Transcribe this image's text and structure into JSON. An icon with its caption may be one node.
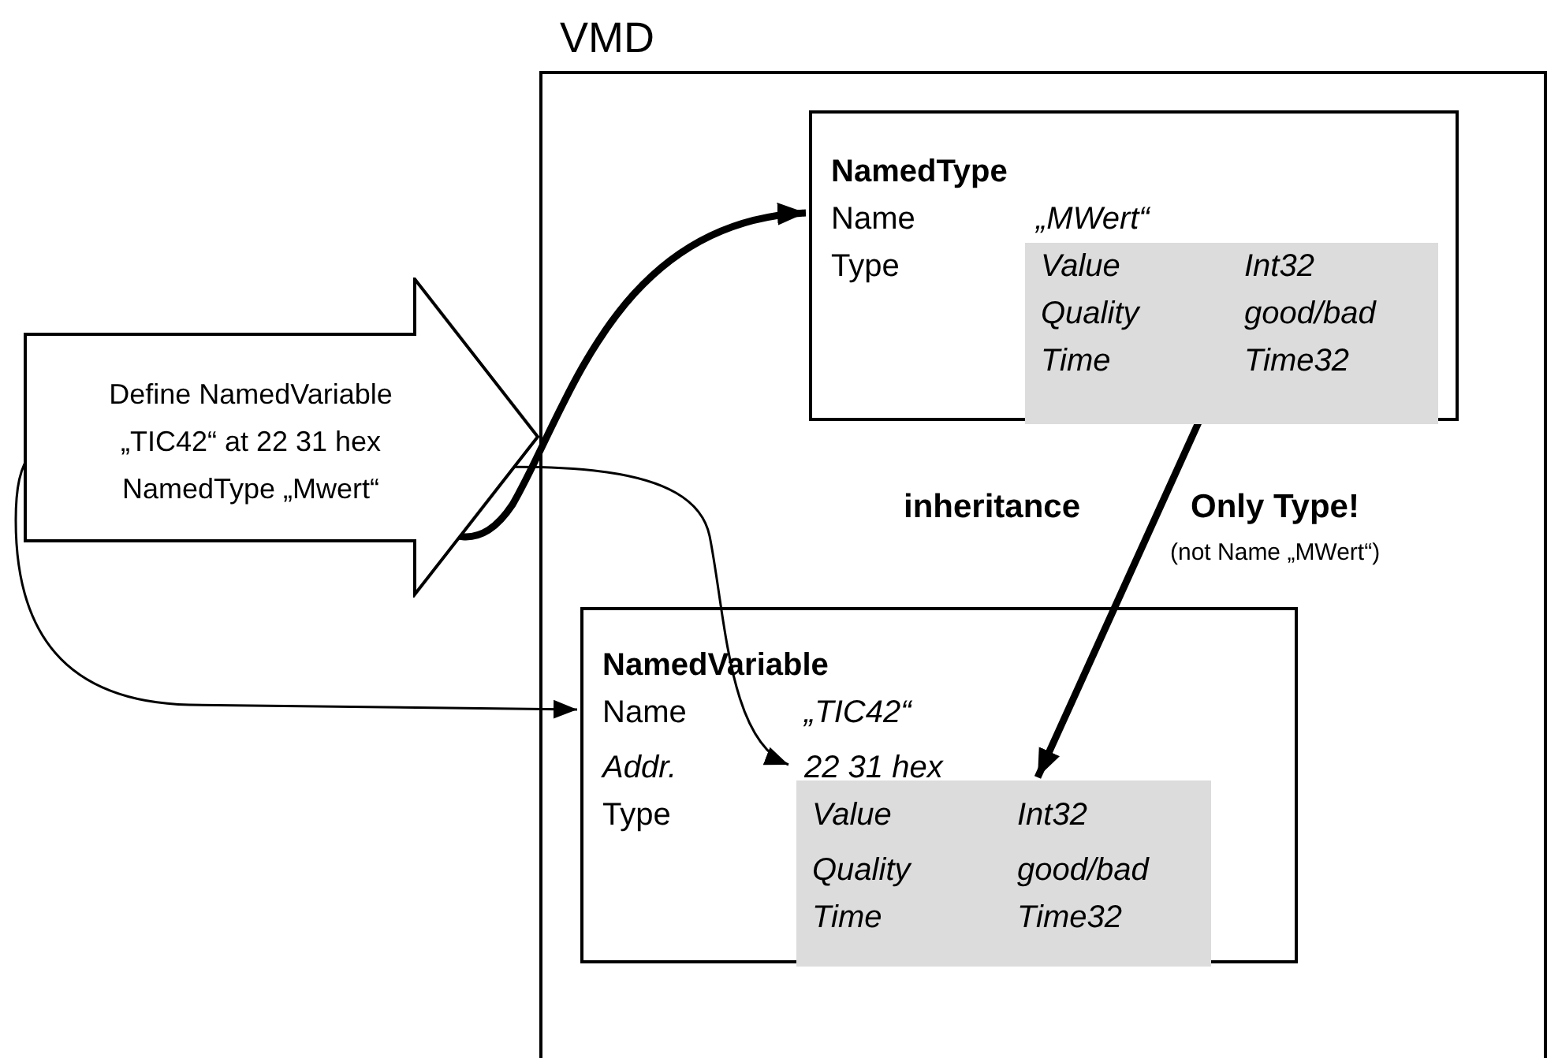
{
  "diagram": {
    "nodes": [
      {
        "text": [
          "VMD"
        ]
      },
      {
        "text": [
          "NamedType",
          "Name",
          "„MWert“",
          "Type"
        ],
        "in": 0
      },
      {
        "text": [
          "Value",
          "Int32",
          "Quality",
          "good/bad",
          "Time",
          "Time32"
        ],
        "in": 1
      },
      {
        "text": [
          "Define NamedVariable „TIC42“ at 22 31 hex NamedType „Mwert“"
        ]
      },
      {
        "text": [
          "NamedVariable",
          "Name",
          "„TIC42“",
          "Addr.",
          "Type"
        ],
        "in": 0
      },
      {
        "text": [
          "22 31 hex"
        ],
        "in": 4
      },
      {
        "text": [
          "Value",
          "Int32",
          "Quality",
          "good/bad",
          "Time",
          "Time32"
        ],
        "in": 4
      }
    ],
    "edges": [
      {
        "from": 3,
        "to": 1,
        "arrow": "to",
        "style": "thick"
      },
      {
        "from": 3,
        "to": 5,
        "arrow": "to"
      },
      {
        "from": 3,
        "to": 4,
        "arrow": "to"
      },
      {
        "from": 2,
        "to": 6,
        "arrow": "to",
        "style": "thick"
      }
    ],
    "labels": [
      "inheritance",
      "Only Type!",
      "(not Name „MWert“)"
    ]
  }
}
